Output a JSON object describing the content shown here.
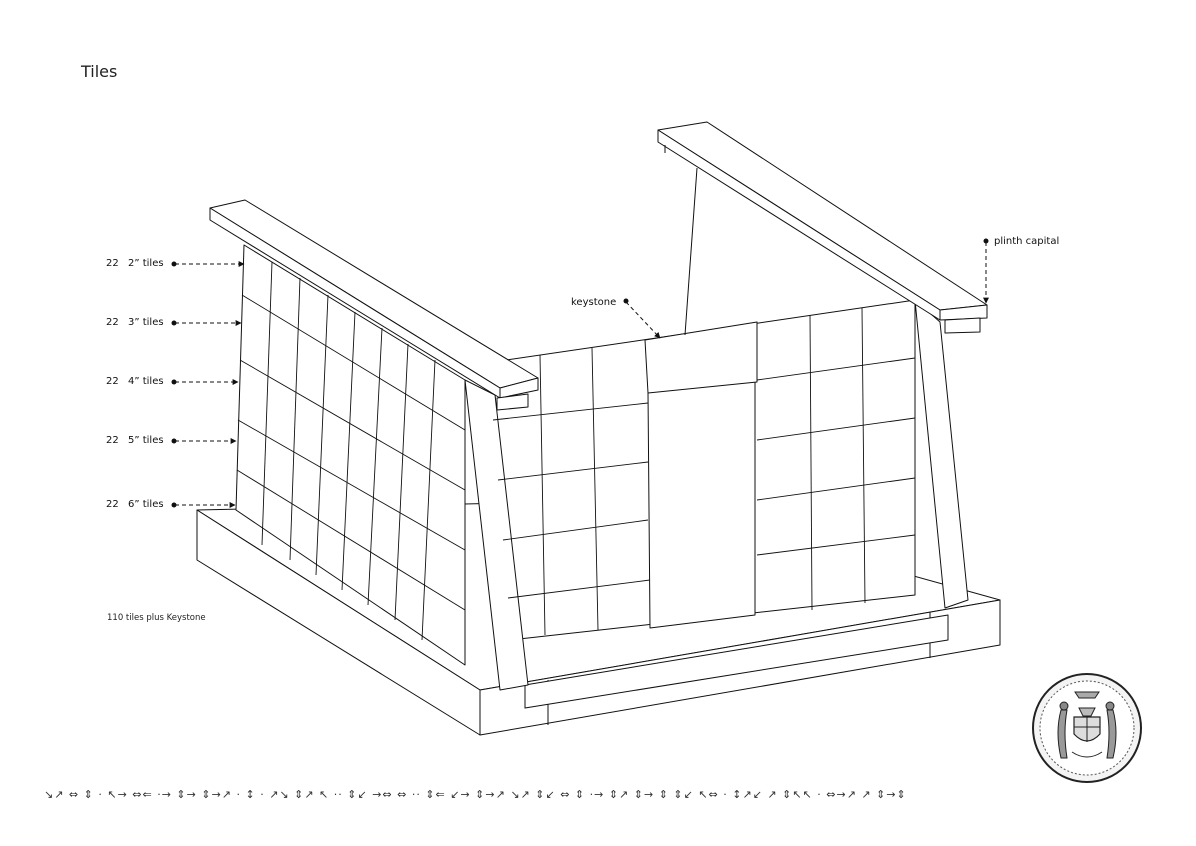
{
  "title": "Tiles",
  "tile_rows": [
    {
      "count": "22",
      "label": "2” tiles"
    },
    {
      "count": "22",
      "label": "3” tiles"
    },
    {
      "count": "22",
      "label": "4” tiles"
    },
    {
      "count": "22",
      "label": "5” tiles"
    },
    {
      "count": "22",
      "label": "6” tiles"
    }
  ],
  "summary": "110 tiles plus Keystone",
  "callouts": {
    "keystone": "keystone",
    "plinth_capital": "plinth capital"
  },
  "seal_icon": "heraldic-seal",
  "border_glyphs": "↘↗ ⇔ ⇕ · ↖→ ⇔⇐ ·→ ⇕→ ⇕→↗ · ↕ · ↗↘ ⇕↗ ↖ ·· ⇕↙ →⇔ ⇔ ·· ⇕⇐ ↙→ ⇕→↗ ↘↗ ⇕↙ ⇔ ⇕ ·→ ⇕↗ ⇕→ ⇕ ⇕↙ ↖⇔ · ↕↗↙ ↗ ⇕↖↖ · ⇔→↗ ↗ ⇕→⇕"
}
